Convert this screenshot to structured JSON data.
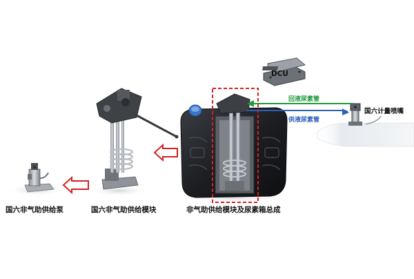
{
  "labels": {
    "pump": "国六非气助供给泵",
    "module": "国六非气助供给模块",
    "tank_assembly": "非气助供给模块及尿素箱总成",
    "dcu": "DCU",
    "return_pipe": "回液尿素管",
    "supply_pipe": "供液尿素管",
    "nozzle": "国六计量喷嘴"
  },
  "colors": {
    "return_pipe": "#1f9a3a",
    "supply_pipe": "#2b5fb8",
    "arrow": "#d42020",
    "highlight_box": "#d42020"
  },
  "icons": {
    "arrow_between": "hollow-left-arrow"
  }
}
